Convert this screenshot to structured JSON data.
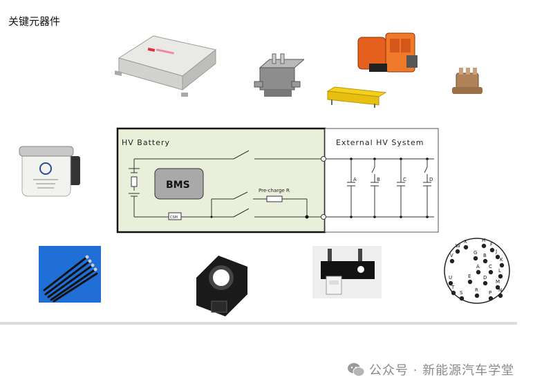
{
  "page": {
    "title": "关键元器件"
  },
  "diagram": {
    "battery_label": "HV Battery",
    "bms_label": "BMS",
    "csm_label": "CSM",
    "precharge_label": "Pre-charge R",
    "external_label": "External  HV System",
    "loads": [
      "A",
      "B",
      "C",
      "D"
    ],
    "colors": {
      "battery_fill": "#e9efdb",
      "bms_fill": "#a9a9a9",
      "line": "#333333"
    }
  },
  "components": [
    {
      "id": "bms-controller",
      "icon": "controller-box-icon"
    },
    {
      "id": "relay",
      "icon": "relay-icon"
    },
    {
      "id": "hv-connector",
      "icon": "orange-connector-icon"
    },
    {
      "id": "yellow-resistor",
      "icon": "precharge-resistor-icon"
    },
    {
      "id": "lv-connector",
      "icon": "small-connector-icon"
    },
    {
      "id": "fuse",
      "icon": "fuse-icon"
    },
    {
      "id": "temp-sensors",
      "icon": "wire-sensor-icon"
    },
    {
      "id": "current-sensor",
      "icon": "current-sensor-icon"
    },
    {
      "id": "service-switch",
      "icon": "switch-icon"
    },
    {
      "id": "pin-connector",
      "icon": "pin-connector-icon"
    }
  ],
  "pin_labels": [
    "W",
    "X",
    "H",
    "F",
    "J",
    "K",
    "G",
    "B",
    "V",
    "U",
    "E",
    "A",
    "C",
    "L",
    "T",
    "D",
    "M",
    "S",
    "R",
    "P",
    "N"
  ],
  "fuse_text": {
    "brand": "",
    "rating": ""
  },
  "watermark": {
    "text": "公众号 · 新能源汽车学堂",
    "icon": "wechat-icon"
  }
}
